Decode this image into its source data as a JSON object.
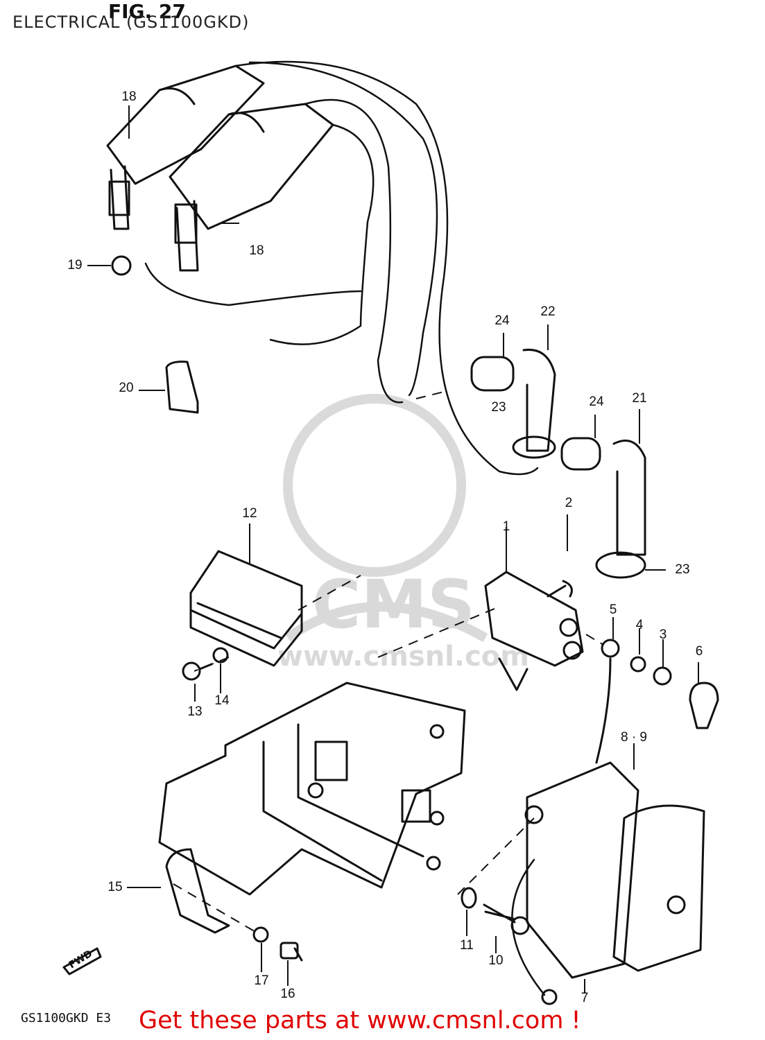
{
  "page": {
    "title": "ELECTRICAL (GS1100GKD)",
    "figure_label": "FIG. 27",
    "footer_code": "GS1100GKD E3",
    "cta_link": "Get these parts at www.cmsnl.com !",
    "fwd_label": "FWD",
    "watermark": {
      "text": "CMS",
      "url": "www.cmsnl.com"
    }
  },
  "callouts": [
    {
      "id": "p18a",
      "label": "18"
    },
    {
      "id": "p18b",
      "label": "18"
    },
    {
      "id": "p19",
      "label": "19"
    },
    {
      "id": "p20",
      "label": "20"
    },
    {
      "id": "p24a",
      "label": "24"
    },
    {
      "id": "p22",
      "label": "22"
    },
    {
      "id": "p23a",
      "label": "23"
    },
    {
      "id": "p24b",
      "label": "24"
    },
    {
      "id": "p21",
      "label": "21"
    },
    {
      "id": "p12",
      "label": "12"
    },
    {
      "id": "p1",
      "label": "1"
    },
    {
      "id": "p2",
      "label": "2"
    },
    {
      "id": "p23b",
      "label": "23"
    },
    {
      "id": "p5",
      "label": "5"
    },
    {
      "id": "p4",
      "label": "4"
    },
    {
      "id": "p3",
      "label": "3"
    },
    {
      "id": "p6",
      "label": "6"
    },
    {
      "id": "p13",
      "label": "13"
    },
    {
      "id": "p14",
      "label": "14"
    },
    {
      "id": "p89",
      "label": "8 · 9"
    },
    {
      "id": "p15",
      "label": "15"
    },
    {
      "id": "p11",
      "label": "11"
    },
    {
      "id": "p10",
      "label": "10"
    },
    {
      "id": "p17",
      "label": "17"
    },
    {
      "id": "p16",
      "label": "16"
    },
    {
      "id": "p7",
      "label": "7"
    }
  ]
}
